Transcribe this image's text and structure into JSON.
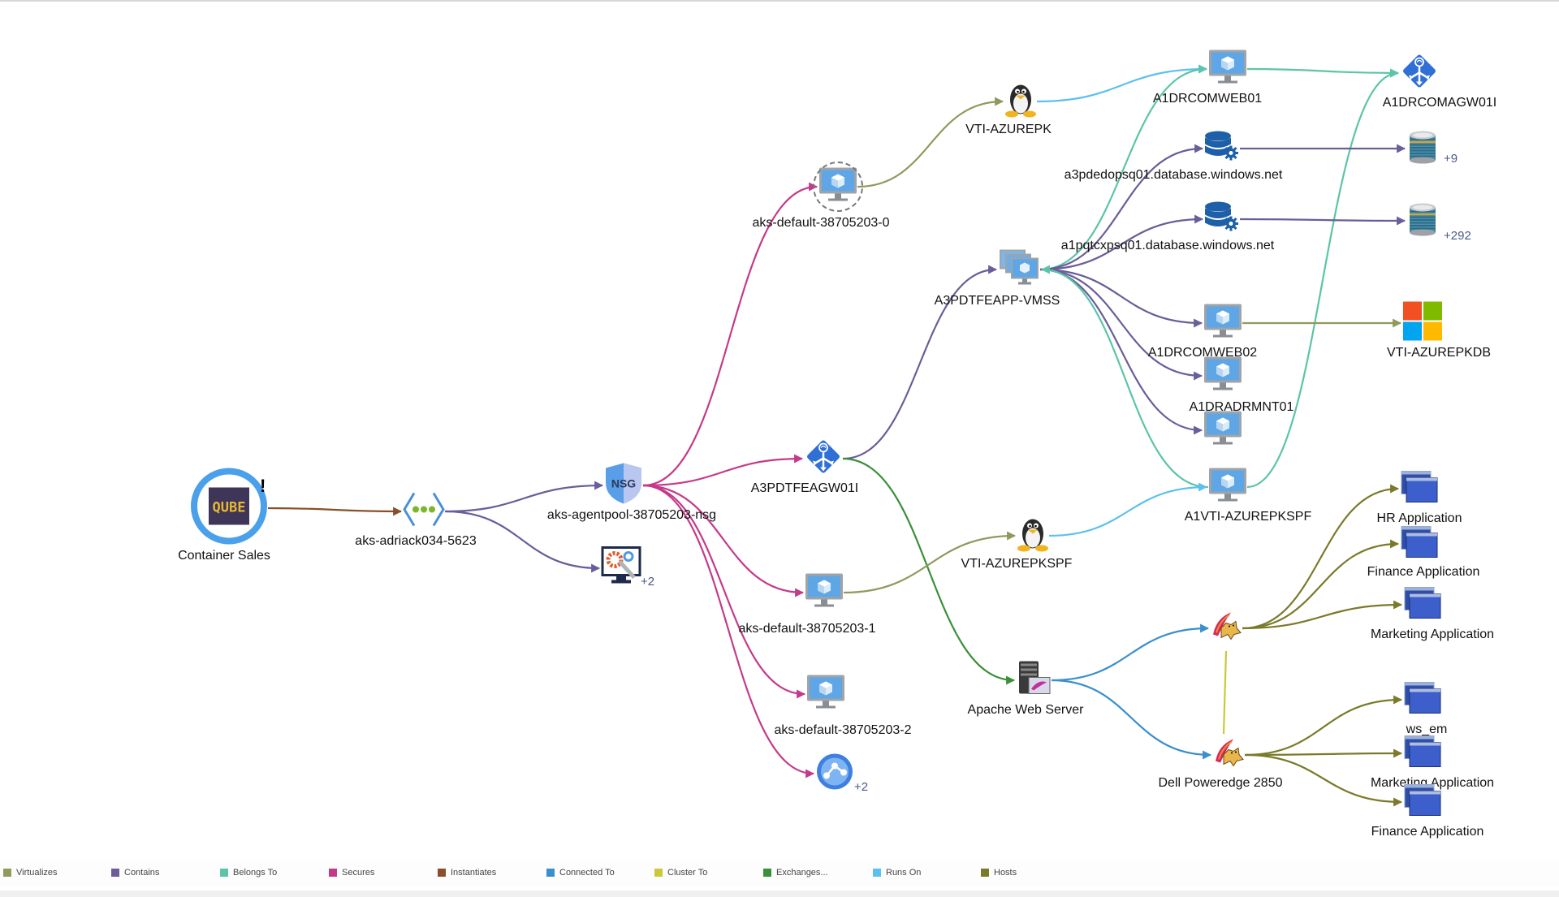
{
  "colors": {
    "virtualizes": "#8f9a5c",
    "contains": "#6a5d99",
    "belongs_to": "#5cc4a8",
    "secures": "#c43a8a",
    "instantiates": "#8a4f2a",
    "connected_to": "#3a8fcc",
    "cluster_to": "#c9c93a",
    "exchanges": "#3a8f3a",
    "runs_on": "#5cc0ee",
    "hosts": "#7a7a2a"
  },
  "nodes": [
    {
      "id": "container-sales",
      "label": "Container Sales",
      "icon": "qube-app-icon",
      "badge": "!"
    },
    {
      "id": "aks-adriack",
      "label": "aks-adriack034-5623",
      "icon": "virtual-network-icon"
    },
    {
      "id": "nsg",
      "label": "aks-agentpool-38705203-nsg",
      "icon": "nsg-shield-icon",
      "icon_text": "NSG"
    },
    {
      "id": "tools",
      "label": "",
      "icon": "admin-tools-icon",
      "count": "+2"
    },
    {
      "id": "aks0",
      "label": "aks-default-38705203-0",
      "icon": "vm-icon"
    },
    {
      "id": "agw",
      "label": "A3PDTFEAGW01I",
      "icon": "app-gateway-icon"
    },
    {
      "id": "aks1",
      "label": "aks-default-38705203-1",
      "icon": "vm-icon"
    },
    {
      "id": "aks2",
      "label": "aks-default-38705203-2",
      "icon": "vm-icon"
    },
    {
      "id": "svc",
      "label": "",
      "icon": "service-hub-icon",
      "count": "+2"
    },
    {
      "id": "vti-pk",
      "label": "VTI-AZUREPK",
      "icon": "linux-penguin-icon"
    },
    {
      "id": "vmss",
      "label": "A3PDTFEAPP-VMSS",
      "icon": "vm-scale-set-icon"
    },
    {
      "id": "vti-pkspf",
      "label": "VTI-AZUREPKSPF",
      "icon": "linux-penguin-icon"
    },
    {
      "id": "apache",
      "label": "Apache Web Server",
      "icon": "web-server-icon"
    },
    {
      "id": "web01",
      "label": "A1DRCOMWEB01",
      "icon": "vm-icon"
    },
    {
      "id": "sql1",
      "label": "a3pdedopsq01.database.windows.net",
      "icon": "sql-server-icon"
    },
    {
      "id": "sql2",
      "label": "a1pqtcxpsq01.database.windows.net",
      "icon": "sql-server-icon"
    },
    {
      "id": "web02",
      "label": "A1DRCOMWEB02",
      "icon": "vm-icon"
    },
    {
      "id": "rmnt",
      "label": "A1DRADRMNT01",
      "icon": "vm-icon"
    },
    {
      "id": "vm-x",
      "label": "",
      "icon": "vm-icon"
    },
    {
      "id": "a1vti",
      "label": "A1VTI-AZUREPKSPF",
      "icon": "vm-icon"
    },
    {
      "id": "tomcat1",
      "label": "",
      "icon": "tomcat-icon"
    },
    {
      "id": "tomcat2",
      "label": "Dell Poweredge 2850",
      "icon": "tomcat-icon"
    },
    {
      "id": "agw2",
      "label": "A1DRCOMAGW01I",
      "icon": "app-gateway-icon"
    },
    {
      "id": "db1",
      "label": "",
      "icon": "database-stack-icon",
      "count": "+9"
    },
    {
      "id": "db2",
      "label": "",
      "icon": "database-stack-icon",
      "count": "+292"
    },
    {
      "id": "winkdb",
      "label": "VTI-AZUREPKDB",
      "icon": "windows-logo-icon"
    },
    {
      "id": "hr",
      "label": "HR Application",
      "icon": "application-window-icon"
    },
    {
      "id": "fin1",
      "label": "Finance Application",
      "icon": "application-window-icon"
    },
    {
      "id": "mkt1",
      "label": "Marketing Application",
      "icon": "application-window-icon"
    },
    {
      "id": "wsem",
      "label": "ws_em",
      "icon": "application-window-icon"
    },
    {
      "id": "mkt2",
      "label": "Marketing Application",
      "icon": "application-window-icon"
    },
    {
      "id": "fin2",
      "label": "Finance Application",
      "icon": "application-window-icon"
    }
  ],
  "edges": [
    {
      "from": "container-sales",
      "to": "aks-adriack",
      "type": "instantiates"
    },
    {
      "from": "aks-adriack",
      "to": "nsg",
      "type": "contains"
    },
    {
      "from": "aks-adriack",
      "to": "tools",
      "type": "contains"
    },
    {
      "from": "nsg",
      "to": "aks0",
      "type": "secures"
    },
    {
      "from": "nsg",
      "to": "agw",
      "type": "secures"
    },
    {
      "from": "nsg",
      "to": "aks1",
      "type": "secures"
    },
    {
      "from": "nsg",
      "to": "aks2",
      "type": "secures"
    },
    {
      "from": "nsg",
      "to": "svc",
      "type": "secures"
    },
    {
      "from": "aks0",
      "to": "vti-pk",
      "type": "virtualizes"
    },
    {
      "from": "agw",
      "to": "vmss",
      "type": "contains"
    },
    {
      "from": "agw",
      "to": "apache",
      "type": "exchanges"
    },
    {
      "from": "aks1",
      "to": "vti-pkspf",
      "type": "virtualizes"
    },
    {
      "from": "vti-pk",
      "to": "web01",
      "type": "runs_on"
    },
    {
      "from": "vmss",
      "to": "web01",
      "type": "belongs_to"
    },
    {
      "from": "vmss",
      "to": "sql1",
      "type": "contains"
    },
    {
      "from": "vmss",
      "to": "sql2",
      "type": "contains"
    },
    {
      "from": "vmss",
      "to": "web02",
      "type": "contains"
    },
    {
      "from": "vmss",
      "to": "rmnt",
      "type": "contains"
    },
    {
      "from": "vmss",
      "to": "vm-x",
      "type": "contains"
    },
    {
      "from": "a1vti",
      "to": "vmss",
      "type": "belongs_to"
    },
    {
      "from": "vti-pkspf",
      "to": "a1vti",
      "type": "runs_on"
    },
    {
      "from": "apache",
      "to": "tomcat1",
      "type": "connected_to"
    },
    {
      "from": "apache",
      "to": "tomcat2",
      "type": "connected_to"
    },
    {
      "from": "tomcat1",
      "to": "tomcat2",
      "type": "cluster_to"
    },
    {
      "from": "web01",
      "to": "agw2",
      "type": "belongs_to"
    },
    {
      "from": "a1vti",
      "to": "agw2",
      "type": "belongs_to"
    },
    {
      "from": "sql1",
      "to": "db1",
      "type": "contains"
    },
    {
      "from": "sql2",
      "to": "db2",
      "type": "contains"
    },
    {
      "from": "web02",
      "to": "winkdb",
      "type": "virtualizes"
    },
    {
      "from": "tomcat1",
      "to": "hr",
      "type": "hosts"
    },
    {
      "from": "tomcat1",
      "to": "fin1",
      "type": "hosts"
    },
    {
      "from": "tomcat1",
      "to": "mkt1",
      "type": "hosts"
    },
    {
      "from": "tomcat2",
      "to": "wsem",
      "type": "hosts"
    },
    {
      "from": "tomcat2",
      "to": "mkt2",
      "type": "hosts"
    },
    {
      "from": "tomcat2",
      "to": "fin2",
      "type": "hosts"
    }
  ],
  "legend": [
    {
      "key": "virtualizes",
      "label": "Virtualizes"
    },
    {
      "key": "contains",
      "label": "Contains"
    },
    {
      "key": "belongs_to",
      "label": "Belongs To"
    },
    {
      "key": "secures",
      "label": "Secures"
    },
    {
      "key": "instantiates",
      "label": "Instantiates"
    },
    {
      "key": "connected_to",
      "label": "Connected To"
    },
    {
      "key": "cluster_to",
      "label": "Cluster To"
    },
    {
      "key": "exchanges",
      "label": "Exchanges..."
    },
    {
      "key": "runs_on",
      "label": "Runs On"
    },
    {
      "key": "hosts",
      "label": "Hosts"
    }
  ]
}
